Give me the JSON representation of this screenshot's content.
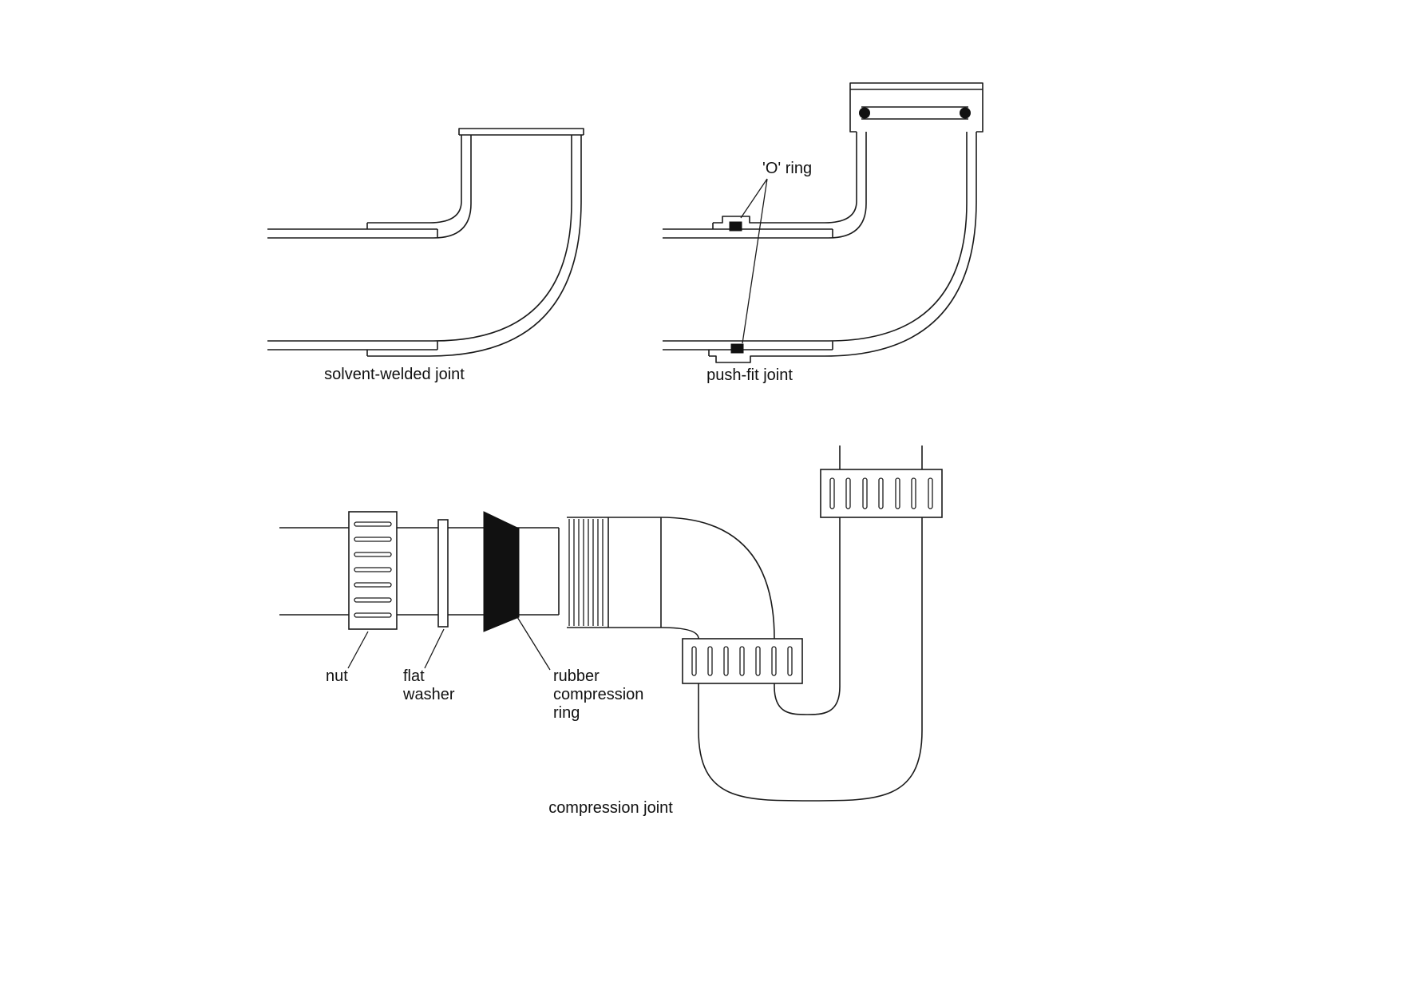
{
  "page": {
    "background_color": "#ffffff",
    "stroke_color": "#1a1a1a",
    "fill_color": "#111111"
  },
  "diagram": {
    "sections": {
      "solvent_welded": {
        "caption": "solvent-welded joint"
      },
      "push_fit": {
        "caption": "push-fit joint",
        "o_ring_label": "'O' ring"
      },
      "compression": {
        "caption": "compression joint",
        "labels": {
          "nut": "nut",
          "flat_washer": [
            "flat",
            "washer"
          ],
          "rubber_ring": [
            "rubber",
            "compression",
            "ring"
          ]
        }
      }
    }
  }
}
